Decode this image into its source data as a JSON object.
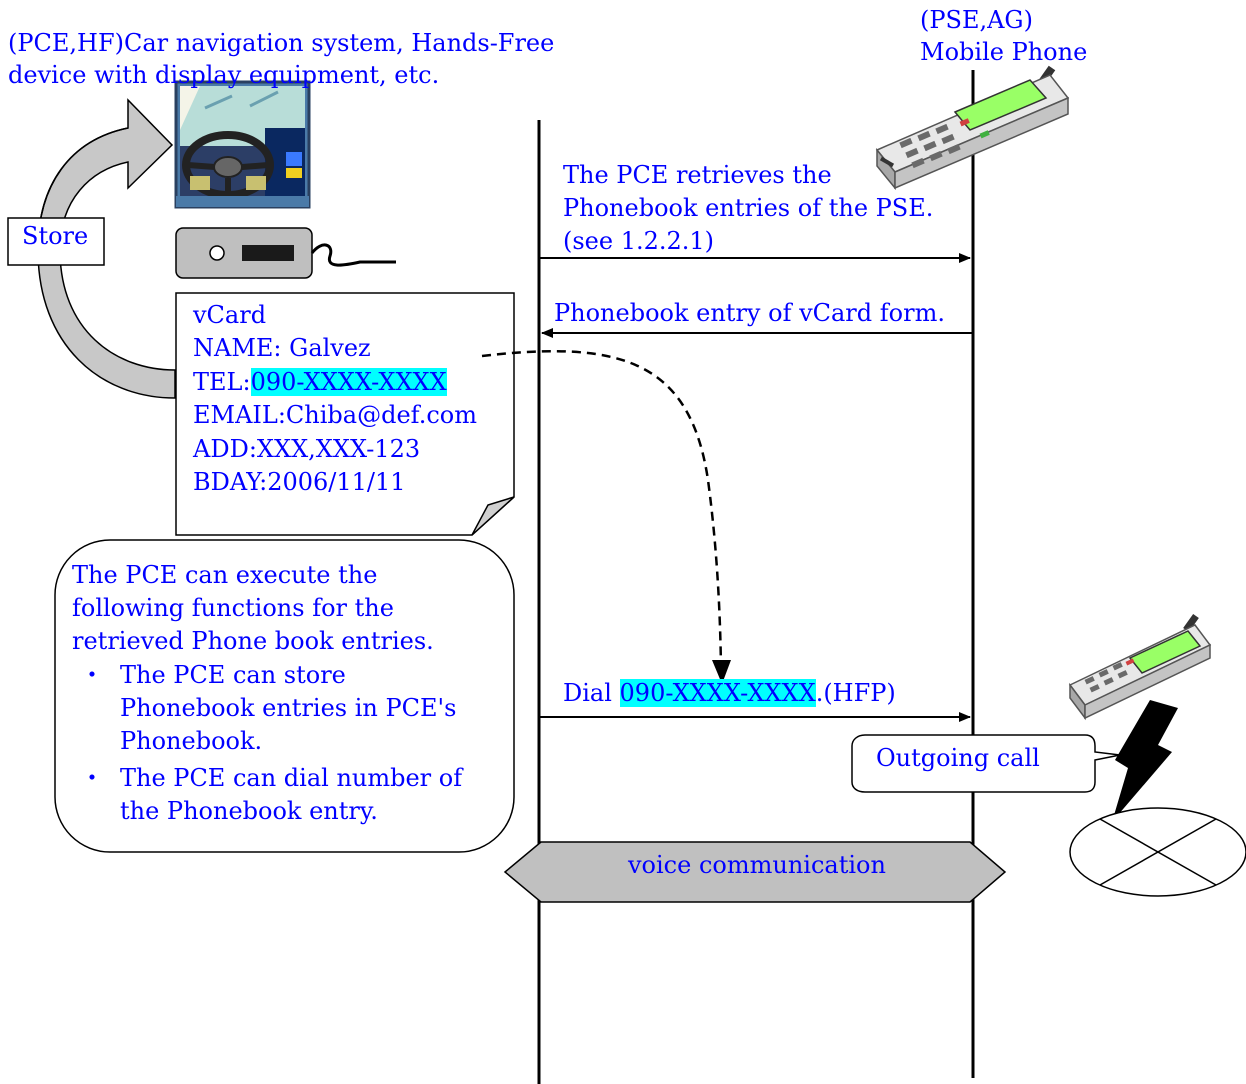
{
  "pce_label": {
    "line1": "(PCE,HF)Car navigation system, Hands-Free",
    "line2": "device with display equipment, etc."
  },
  "pse_label": {
    "line1": "(PSE,AG)",
    "line2": "Mobile Phone"
  },
  "store_label": "Store",
  "messages": {
    "retrieve": {
      "line1": "The PCE retrieves the",
      "line2": "Phonebook entries of the PSE.",
      "line3": "(see 1.2.2.1)"
    },
    "vcard_entry": "Phonebook entry of vCard form.",
    "dial": {
      "prefix": "Dial ",
      "number": "090-XXXX-XXXX",
      "suffix": ".(HFP)"
    },
    "voice": "voice communication"
  },
  "vcard": {
    "title": "vCard",
    "name": "NAME: Galvez",
    "tel_prefix": "TEL:",
    "tel_number": "090-XXXX-XXXX",
    "email": "EMAIL:Chiba@def.com",
    "add": "ADD:XXX,XXX-123",
    "bday": "BDAY:2006/11/11"
  },
  "functions": {
    "intro1": "The PCE can execute the",
    "intro2": "following functions for the",
    "intro3": "retrieved Phone book entries.",
    "bullet_mark": "・",
    "item1_line1": "The PCE can store",
    "item1_line2": "Phonebook entries in PCE's",
    "item1_line3": "Phonebook.",
    "item2_line1": "The PCE can dial number of",
    "item2_line2": "the Phonebook entry."
  },
  "outgoing_call": "Outgoing call",
  "colors": {
    "text": "#0000ff",
    "highlight": "#00ffff",
    "lines": "#000000",
    "store_arrow": "#c8c8c8",
    "voice_band": "#c0c0c0",
    "phone_body": "#d9d9d9",
    "phone_screen": "#99ff66"
  }
}
